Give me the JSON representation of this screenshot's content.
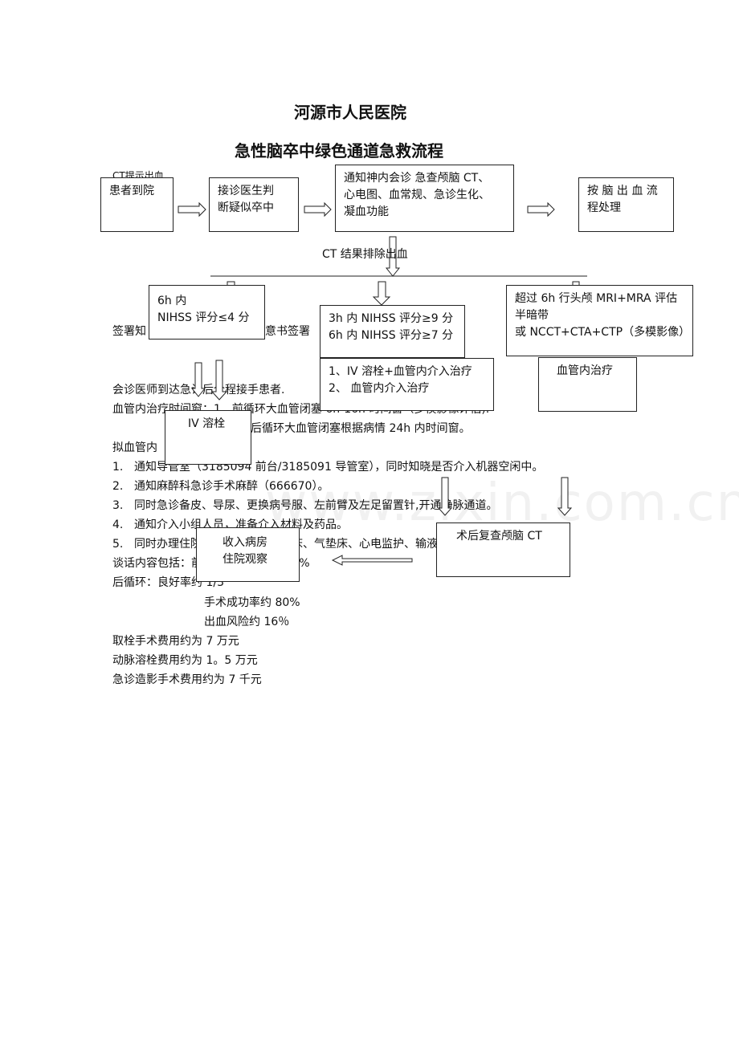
{
  "header": {
    "hospital": "河源市人民医院",
    "title": "急性脑卒中绿色通道急救流程"
  },
  "fragments": {
    "ct_hint": "CT提示出血",
    "sign_prefix": "签署知",
    "sign_suffix": "同意书签署",
    "consult": "会诊医师到达急诊后全程接手患者.",
    "window_line1": "血管内治疗时间窗：1、前循环大血管闭塞 6h-16h 时间窗（多模影像评估).",
    "window_line2": "后循环大血管闭塞根据病情 24h 内时间窗。",
    "plan_prefix": "拟血管内",
    "watermark": "www.zixin.com.cn"
  },
  "boxes": {
    "arrive": [
      "患者到院"
    ],
    "judge": [
      "接诊医生判",
      "断疑似卒中"
    ],
    "notify": [
      "通知神内会诊 急查颅脑 CT、",
      "心电图、血常规、急诊生化、",
      "凝血功能"
    ],
    "bleed": [
      "按 脑 出 血 流",
      "程处理"
    ],
    "ct_exclude": "CT 结果排除出血",
    "b6h": [
      "6h 内",
      "NIHSS 评分≤4 分"
    ],
    "b3h": [
      "3h 内 NIHSS 评分≥9 分",
      "6h 内 NIHSS 评分≥7 分"
    ],
    "over6h": [
      "超过 6h 行头颅 MRI+MRA 评估",
      "半暗带",
      "或 NCCT+CTA+CTP（多模影像）"
    ],
    "combo": [
      "1、IV 溶栓+血管内介入治疗",
      "2、 血管内介入治疗"
    ],
    "endo": [
      "血管内治疗"
    ],
    "iv": [
      "IV 溶栓"
    ],
    "admit": [
      "收入病房",
      "住院观察"
    ],
    "postct": [
      "术后复查颅脑 CT"
    ]
  },
  "steps": [
    {
      "num": "1.",
      "text": "通知导管室（3185094 前台/3185091 导管室），同时知晓是否介入机器空闲中。"
    },
    {
      "num": "2.",
      "text": "通知麻醉科急诊手术麻醉（666670）。"
    },
    {
      "num": "3.",
      "text": "同时急诊备皮、导尿、更换病号服、左前臂及左足留置针,开通静脉通道。"
    },
    {
      "num": "4.",
      "text": "通知介入小组人员，准备介入材料及药品。"
    },
    {
      "num": "5.",
      "text": "同时办理住院手续，备手术转运床、气垫床、心电监护、输液泵。"
    }
  ],
  "talk": {
    "intro": "谈话内容包括：前循环：良好率约 50%",
    "back": "后循环：良好率约 1/3",
    "success": "手术成功率约 80%",
    "bleed_risk": "出血风险约 16％"
  },
  "costs": [
    "取栓手术费用约为 7 万元",
    "动脉溶栓费用约为 1。5 万元",
    "急诊造影手术费用约为 7 千元"
  ]
}
